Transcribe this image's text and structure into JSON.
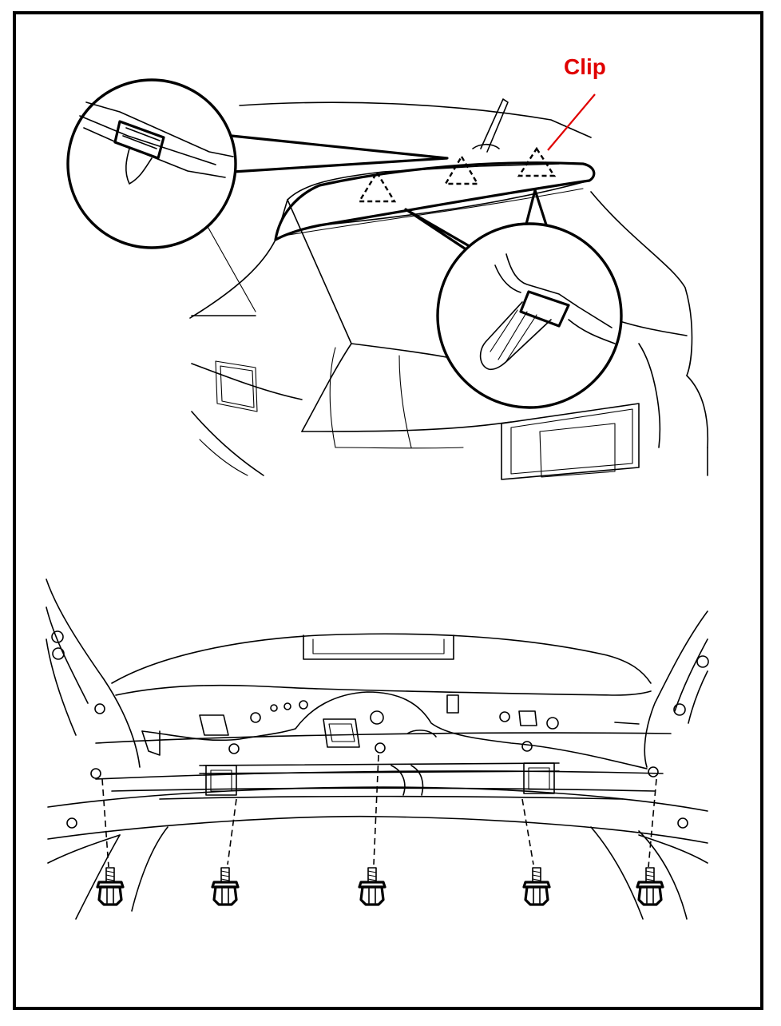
{
  "labels": {
    "clip": "Clip"
  },
  "colors": {
    "callout_text": "#e00000",
    "callout_leader": "#e00000",
    "line_art": "#000000",
    "background": "#ffffff"
  },
  "fasteners": {
    "clips_marked": 3,
    "bolts_shown": 5
  }
}
